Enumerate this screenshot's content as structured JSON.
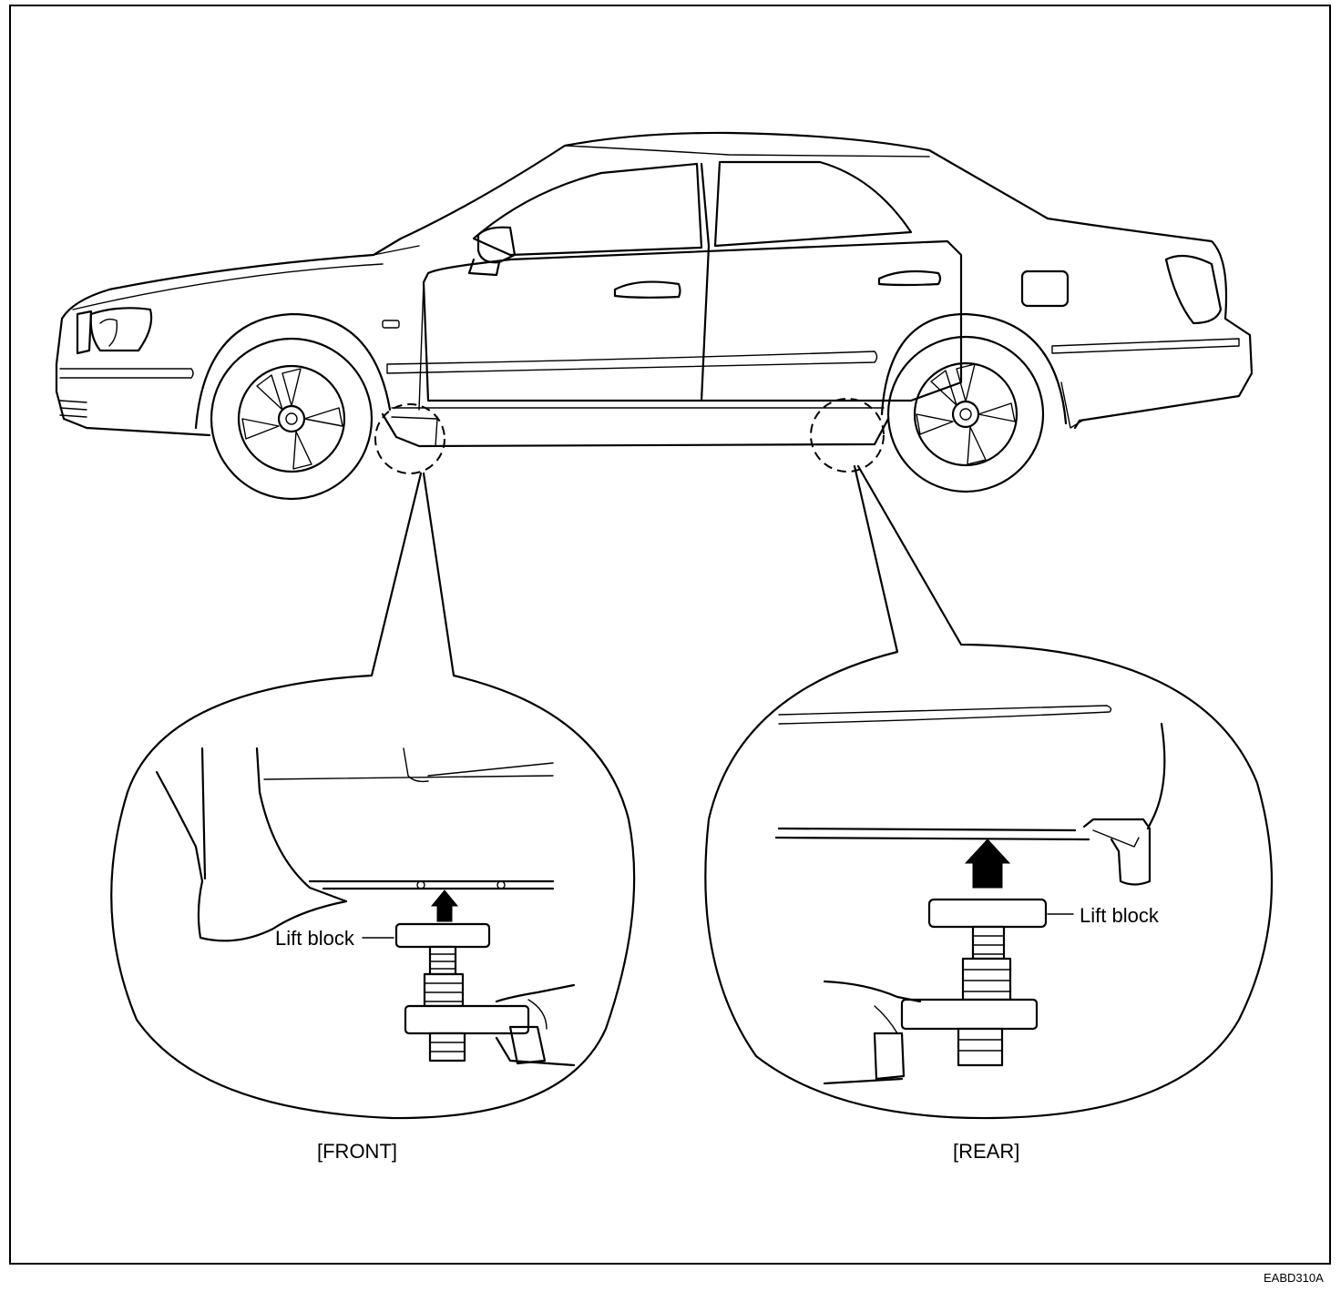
{
  "labels": {
    "front_lift_block": "Lift block",
    "rear_lift_block": "Lift block",
    "front_view": "[FRONT]",
    "rear_view": "[REAR]",
    "figure_code": "EABD310A"
  }
}
